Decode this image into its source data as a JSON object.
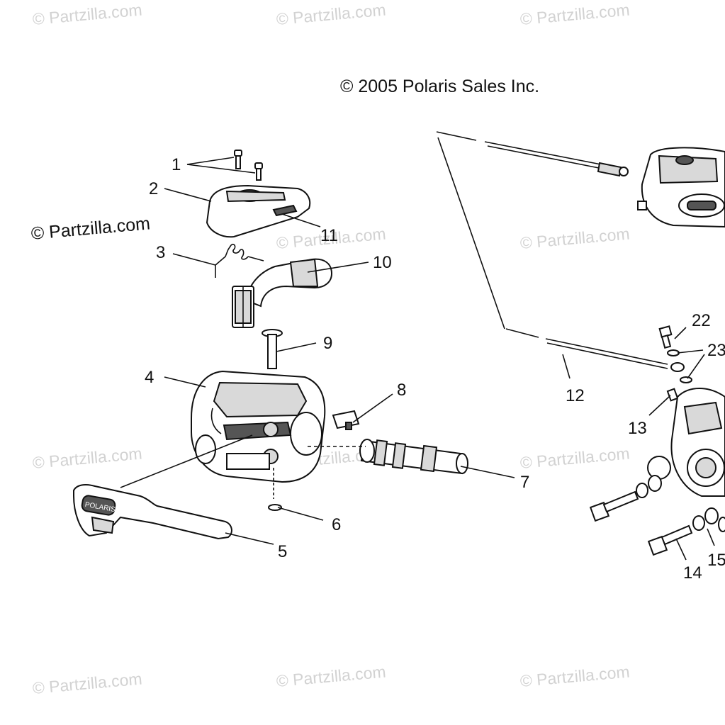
{
  "copyright": "© 2005 Polaris Sales Inc.",
  "watermark": "© Partzilla.com",
  "callouts": {
    "c1": "1",
    "c2": "2",
    "c3": "3",
    "c4": "4",
    "c5": "5",
    "c6": "6",
    "c7": "7",
    "c8": "8",
    "c9": "9",
    "c10": "10",
    "c11": "11",
    "c12": "12",
    "c13": "13",
    "c14": "14",
    "c15": "15",
    "c22": "22",
    "c23": "23"
  },
  "lever_logo_text": "POLARIS"
}
